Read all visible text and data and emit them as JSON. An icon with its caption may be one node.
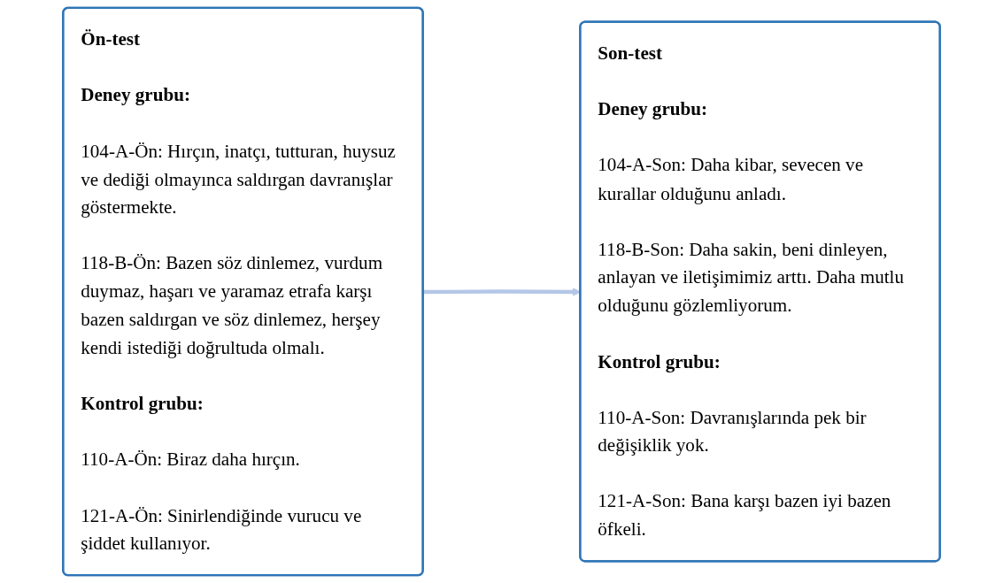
{
  "diagram": {
    "nodes": [
      {
        "text": [
          "Ön-test",
          "Deney grubu:",
          "104-A-Ön: Hırçın, inatçı, tutturan, huysuz ve dediği olmayınca saldırgan davranışlar göstermekte.",
          "118-B-Ön: Bazen söz dinlemez, vurdum duymaz, haşarı ve yaramaz etrafa karşı bazen saldırgan ve söz dinlemez, herşey kendi istediği doğrultuda olmalı.",
          "Kontrol grubu:",
          "110-A-Ön: Biraz daha hırçın.",
          "121-A-Ön: Sinirlendiğinde vurucu ve şiddet kullanıyor."
        ]
      },
      {
        "text": [
          "Son-test",
          "Deney grubu:",
          "104-A-Son: Daha kibar, sevecen ve kurallar olduğunu anladı.",
          "118-B-Son: Daha sakin, beni dinleyen, anlayan ve iletişimimiz arttı. Daha mutlu olduğunu gözlemliyorum.",
          "Kontrol grubu:",
          "110-A-Son: Davranışlarında pek bir değişiklik yok.",
          "121-A-Son: Bana karşı bazen iyi bazen öfkeli."
        ]
      }
    ],
    "edges": [
      {
        "from": 0,
        "to": 1,
        "arrow": "to",
        "color": "#b4c7e7"
      }
    ]
  }
}
